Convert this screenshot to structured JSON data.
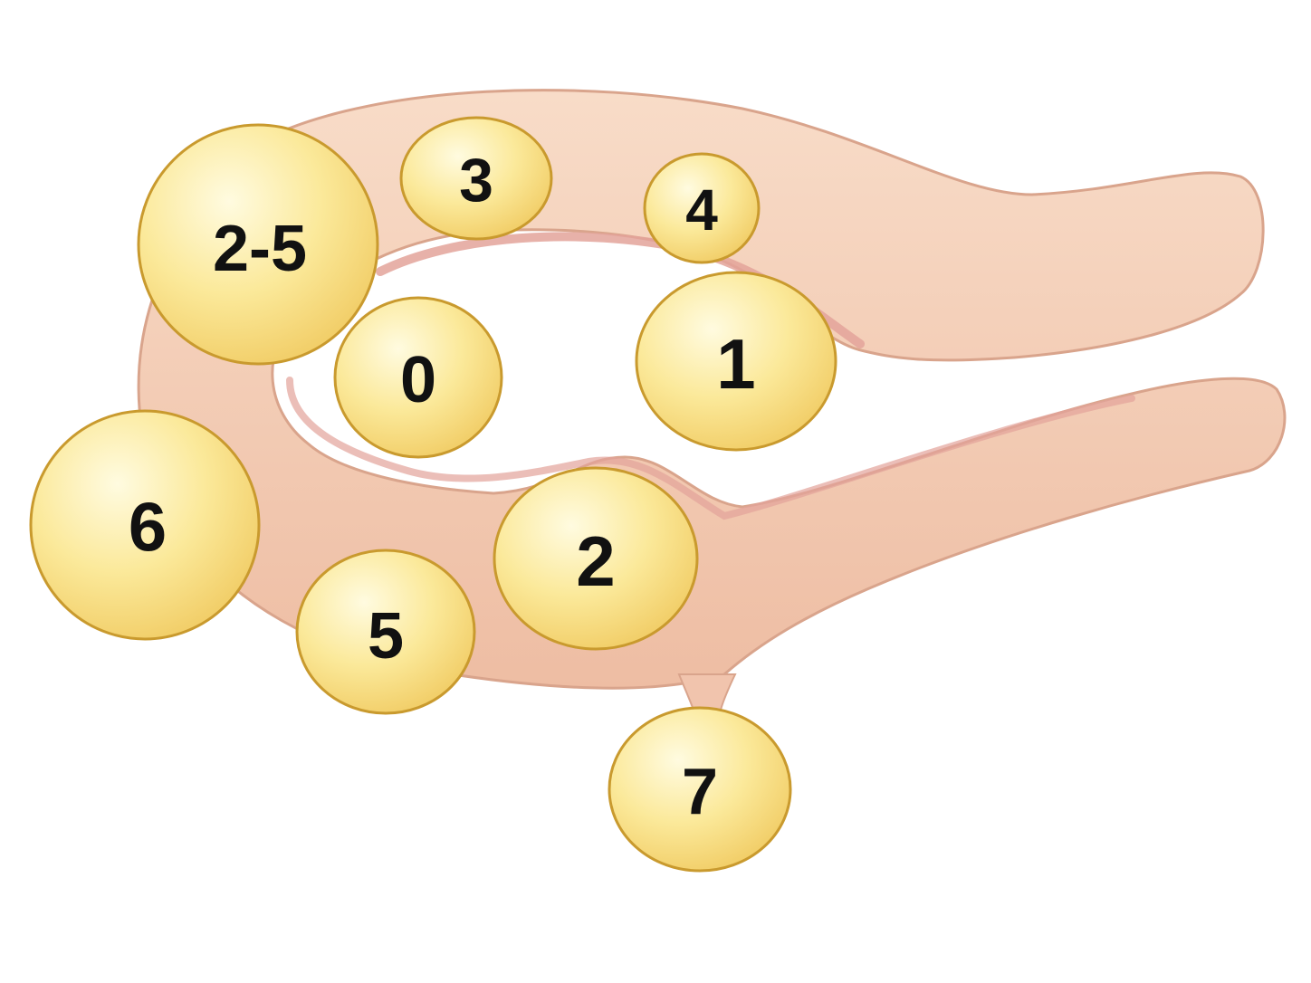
{
  "colors": {
    "tube_fill": "#f3cdb5",
    "tube_edge": "#d9a48c",
    "tube_lumen": "#e3a39a",
    "node_fill": "#fbe99a",
    "node_edge": "#c99a2e",
    "label": "#111111"
  },
  "nodes": [
    {
      "id": "2-5",
      "label": "2-5"
    },
    {
      "id": "3",
      "label": "3"
    },
    {
      "id": "4",
      "label": "4"
    },
    {
      "id": "0",
      "label": "0"
    },
    {
      "id": "1",
      "label": "1"
    },
    {
      "id": "6",
      "label": "6"
    },
    {
      "id": "2",
      "label": "2"
    },
    {
      "id": "5",
      "label": "5"
    },
    {
      "id": "7",
      "label": "7"
    }
  ]
}
